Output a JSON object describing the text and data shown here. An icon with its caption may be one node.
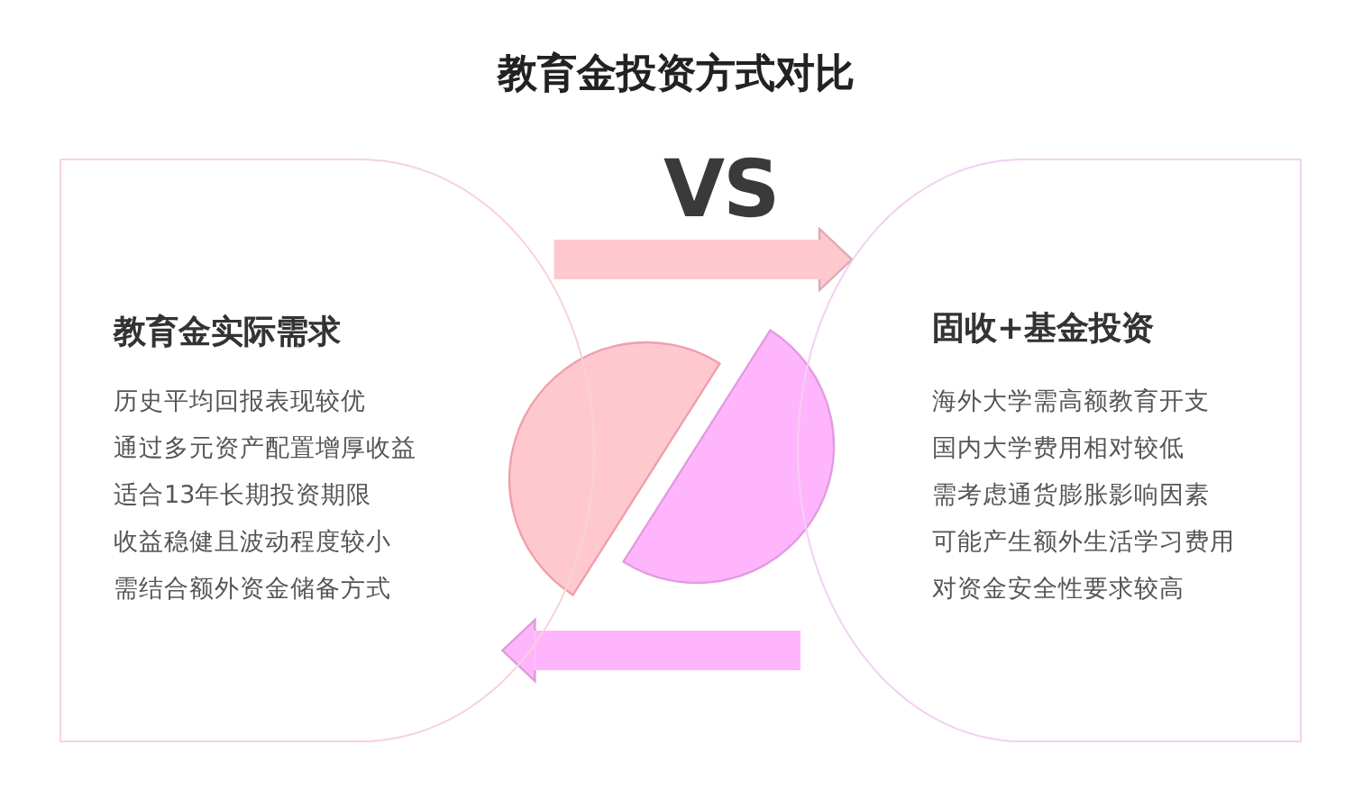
{
  "diagram": {
    "title": "教育金投资方式对比",
    "nodes": [
      {
        "text": [
          "教育金实际需求",
          "历史平均回报表现较优",
          "通过多元资产配置增厚收益",
          "适合13年长期投资期限",
          "收益稳健且波动程度较小",
          "需结合额外资金储备方式"
        ]
      },
      {
        "text": [
          "固收+基金投资",
          "海外大学需高额教育开支",
          "国内大学费用相对较低",
          "需考虑通货膨胀影响因素",
          "可能产生额外生活学习费用",
          "对资金安全性要求较高"
        ]
      }
    ],
    "edges": [
      {
        "from": 0,
        "to": 1,
        "arrow": "to",
        "color": "#ffc8cf"
      },
      {
        "from": 1,
        "to": 0,
        "arrow": "to",
        "color": "#ffb5fc"
      }
    ],
    "labels": [
      "VS"
    ]
  }
}
